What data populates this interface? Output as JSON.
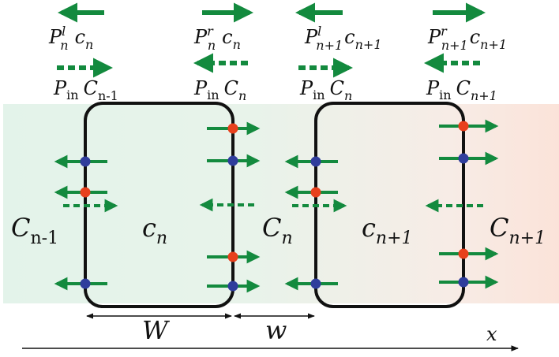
{
  "labels": {
    "top_arrows": [
      {
        "base": "P",
        "sup": "l",
        "sub": "n",
        "tail": "c",
        "tail_sub": "n"
      },
      {
        "base": "P",
        "sup": "r",
        "sub": "n",
        "tail": "c",
        "tail_sub": "n"
      },
      {
        "base": "P",
        "sup": "l",
        "sub": "n+1",
        "tail": "c",
        "tail_sub": "n+1"
      },
      {
        "base": "P",
        "sup": "r",
        "sub": "n+1",
        "tail": "c",
        "tail_sub": "n+1"
      }
    ],
    "dashed_arrows": [
      {
        "base": "P",
        "sub": "in",
        "tail": "C",
        "tail_sub": "n-1"
      },
      {
        "base": "P",
        "sub": "in",
        "tail": "C",
        "tail_sub": "n"
      },
      {
        "base": "P",
        "sub": "in",
        "tail": "C",
        "tail_sub": "n"
      },
      {
        "base": "P",
        "sub": "in",
        "tail": "C",
        "tail_sub": "n+1"
      }
    ],
    "regions": [
      {
        "base": "C",
        "sub": "n-1"
      },
      {
        "base": "c",
        "sub": "n"
      },
      {
        "base": "C",
        "sub": "n"
      },
      {
        "base": "c",
        "sub": "n+1"
      },
      {
        "base": "C",
        "sub": "n+1"
      }
    ],
    "width_W": "W",
    "width_w": "w",
    "axis_x": "x"
  },
  "colors": {
    "arrow_green": "#138a3e",
    "dot_red": "#e8401c",
    "dot_blue": "#2f3d9c",
    "bg_left": "#e6f4ec",
    "bg_right": "#fbe9e1",
    "cell_outline": "#111111"
  }
}
